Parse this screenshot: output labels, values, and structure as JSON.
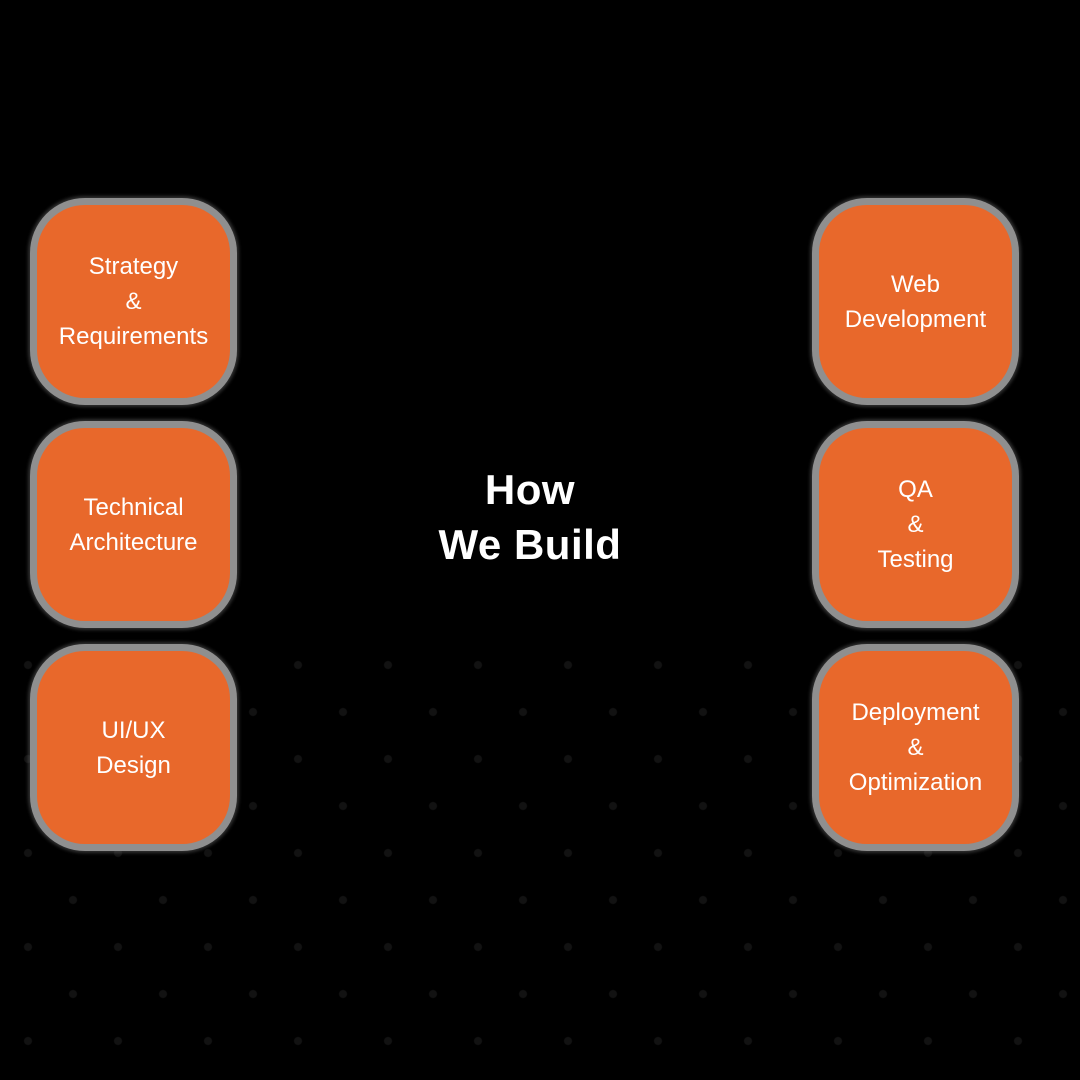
{
  "title": {
    "line1": "How",
    "line2": "We Build"
  },
  "colors": {
    "bg": "#000000",
    "box_fill": "#E8682B",
    "box_outline": "#8F8F8F",
    "box_text": "#FFFFFF",
    "title_color": "#FFFFFF"
  },
  "columns": {
    "left": [
      {
        "id": "strategy-requirements",
        "lines": [
          "Strategy",
          "&",
          "Requirements"
        ]
      },
      {
        "id": "technical-architecture",
        "lines": [
          "Technical",
          "Architecture"
        ]
      },
      {
        "id": "ui-ux-design",
        "lines": [
          "UI/UX",
          "Design"
        ]
      }
    ],
    "right": [
      {
        "id": "web-development",
        "lines": [
          "Web",
          "Development"
        ]
      },
      {
        "id": "qa-testing",
        "lines": [
          "QA",
          "&",
          "Testing"
        ]
      },
      {
        "id": "deployment-optimization",
        "lines": [
          "Deployment",
          "&",
          "Optimization"
        ]
      }
    ]
  }
}
